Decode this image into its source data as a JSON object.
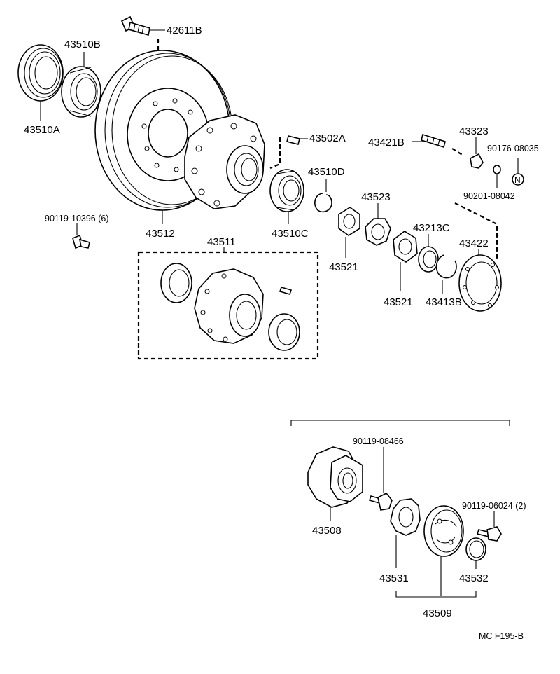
{
  "diagram": {
    "drawing_code": "MC  F195-B",
    "labels": {
      "p42611B": "42611B",
      "p43510B": "43510B",
      "p43510A": "43510A",
      "p43502A": "43502A",
      "p43510D": "43510D",
      "p43421B": "43421B",
      "p43323": "43323",
      "p90176": "90176-08035",
      "p90201": "90201-08042",
      "pN": "N",
      "p90119_10396": "90119-10396 (6)",
      "p43512": "43512",
      "p43510C": "43510C",
      "p43523": "43523",
      "p43521a": "43521",
      "p43521b": "43521",
      "p43213C": "43213C",
      "p43422": "43422",
      "p43413B": "43413B",
      "p43511": "43511",
      "p90119_08466": "90119-08466",
      "p90119_06024": "90119-06024 (2)",
      "p43508": "43508",
      "p43531": "43531",
      "p43532": "43532",
      "p43509": "43509"
    }
  }
}
